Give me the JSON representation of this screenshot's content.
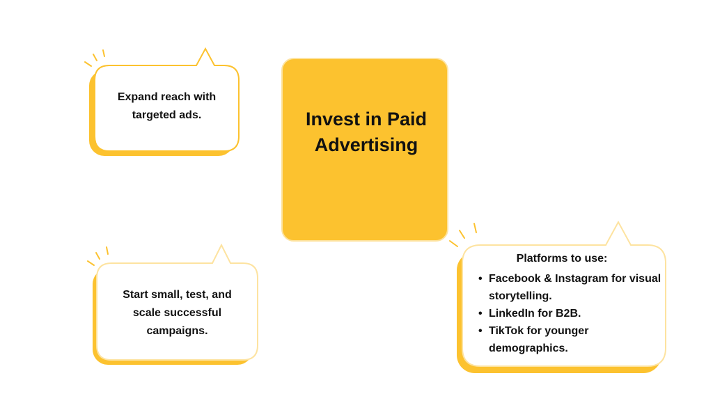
{
  "center": {
    "title_line1": "Invest in Paid",
    "title_line2": "Advertising"
  },
  "bubbles": {
    "top_left": {
      "line1": "Expand reach with",
      "line2": "targeted ads."
    },
    "bottom_left": {
      "line1": "Start small, test, and",
      "line2": "scale successful",
      "line3": "campaigns."
    },
    "right": {
      "title": "Platforms to use:",
      "items": [
        {
          "bullet": "•",
          "text": "Facebook & Instagram for visual storytelling."
        },
        {
          "bullet": "•",
          "text": "LinkedIn for B2B."
        },
        {
          "bullet": "•",
          "text": "TikTok for younger demographics."
        }
      ]
    }
  },
  "colors": {
    "accent_yellow": "#fcc22f",
    "outline": "#fde3a0",
    "text": "#111111"
  }
}
